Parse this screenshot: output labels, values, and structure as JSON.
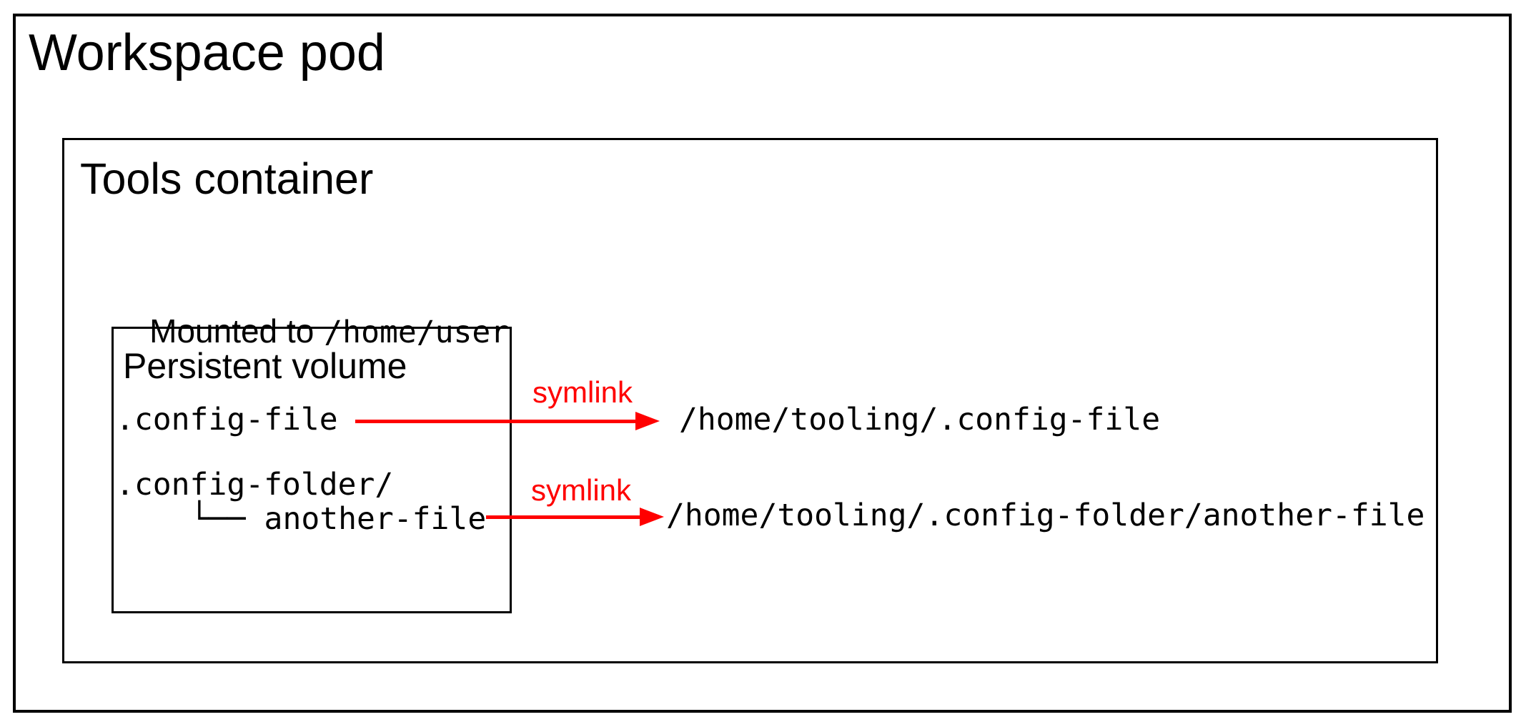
{
  "workspace_pod": {
    "title": "Workspace pod"
  },
  "tools_container": {
    "title": "Tools container"
  },
  "mount": {
    "label": "Mounted to",
    "path": "/home/user"
  },
  "persistent_volume": {
    "title": "Persistent volume",
    "file_entry": ".config-file",
    "folder_entry": ".config-folder/",
    "tree_branch_entry": "└── another-file"
  },
  "symlinks": [
    {
      "label": "symlink",
      "target": "/home/tooling/.config-file"
    },
    {
      "label": "symlink",
      "target": "/home/tooling/.config-folder/another-file"
    }
  ],
  "colors": {
    "symlink_red": "#ff0000",
    "line_black": "#000000",
    "background": "#ffffff"
  }
}
